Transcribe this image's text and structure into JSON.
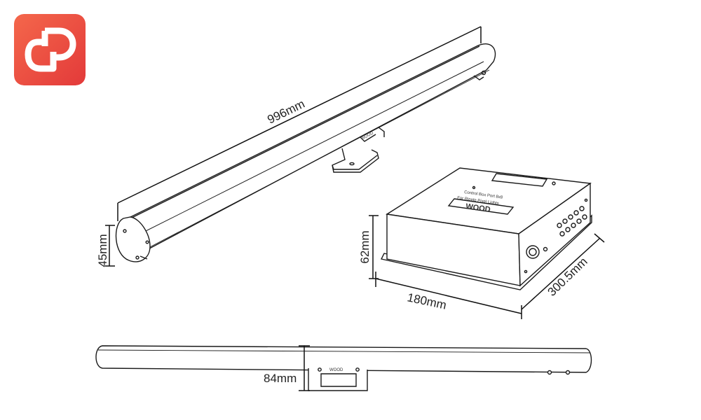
{
  "brand": {
    "logo_icon": "p-logo-icon",
    "logo_colors": [
      "#f4674b",
      "#e43c3c"
    ]
  },
  "dimensions": {
    "bar_length": "996mm",
    "bar_height": "45mm",
    "bar_side_height": "84mm",
    "box_height": "62mm",
    "box_width": "180mm",
    "box_depth": "300.5mm"
  },
  "labels": {
    "bar_brand_plate": "WOOD",
    "box_brand": "WOOD",
    "box_top_line_1": "Control Box Port 8x8",
    "box_top_line_2": "For Ripple Pixel Lights"
  },
  "colors": {
    "line": "#1a1a1a",
    "dimension": "#111111"
  }
}
